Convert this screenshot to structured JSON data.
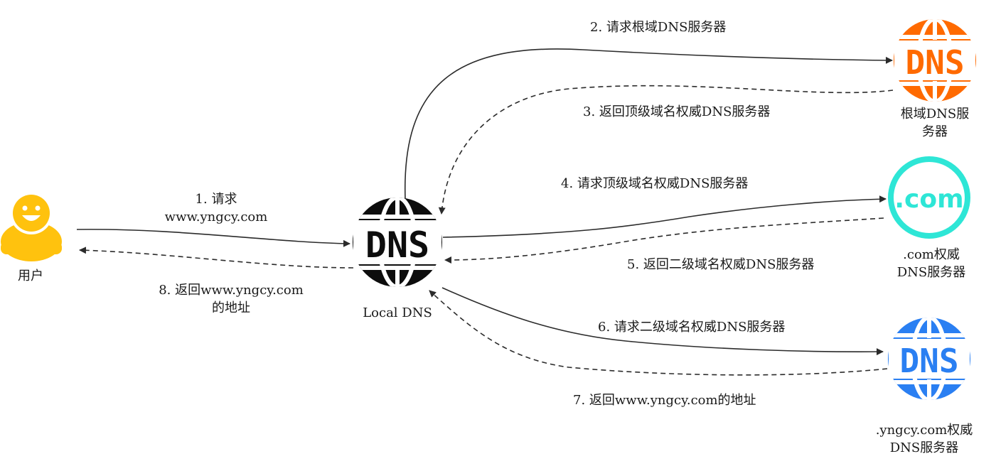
{
  "nodes": {
    "user": {
      "lines": [
        "用户"
      ],
      "icon": "user-icon",
      "color": "#ffc20e"
    },
    "local_dns": {
      "lines": [
        "Local DNS"
      ],
      "icon": "dns-globe-icon",
      "color": "#0d0d0d"
    },
    "root_dns": {
      "lines": [
        "根域DNS服",
        "务器"
      ],
      "icon": "dns-globe-icon",
      "color": "#ff6a00"
    },
    "com_dns": {
      "lines": [
        ".com权威",
        "DNS服务器"
      ],
      "icon": "com-circle-icon",
      "color": "#2ee6d6"
    },
    "yngcy_dns": {
      "lines": [
        ".yngcy.com权威",
        "DNS服务器"
      ],
      "icon": "dns-globe-icon",
      "color": "#2a7ff2"
    }
  },
  "steps": [
    {
      "lines": [
        "1. 请求",
        "www.yngcy.com"
      ],
      "style": "solid"
    },
    {
      "lines": [
        "2. 请求根域DNS服务器"
      ],
      "style": "solid"
    },
    {
      "lines": [
        "3. 返回顶级域名权威DNS服务器"
      ],
      "style": "dashed"
    },
    {
      "lines": [
        "4. 请求顶级域名权威DNS服务器"
      ],
      "style": "solid"
    },
    {
      "lines": [
        "5. 返回二级域名权威DNS服务器"
      ],
      "style": "dashed"
    },
    {
      "lines": [
        "6. 请求二级域名权威DNS服务器"
      ],
      "style": "solid"
    },
    {
      "lines": [
        "7. 返回www.yngcy.com的地址"
      ],
      "style": "dashed"
    },
    {
      "lines": [
        "8. 返回www.yngcy.com",
        "的地址"
      ],
      "style": "dashed"
    }
  ],
  "icon_text": {
    "dns": "DNS",
    "com": ".com"
  }
}
